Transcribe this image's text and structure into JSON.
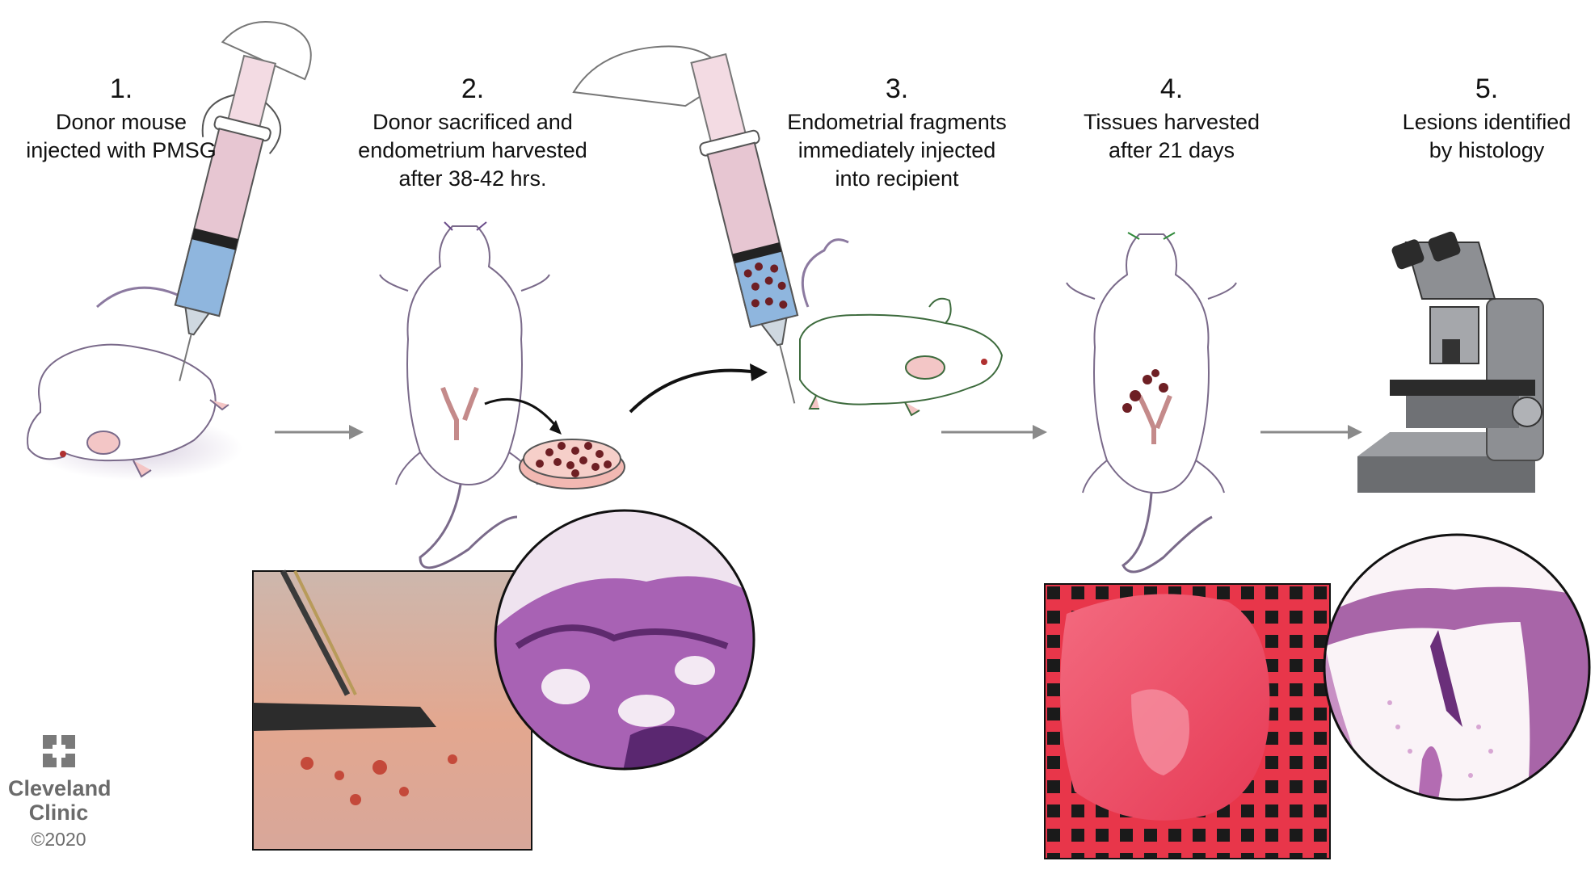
{
  "steps": [
    {
      "number": "1.",
      "lines": [
        "Donor mouse",
        "injected with PMSG"
      ]
    },
    {
      "number": "2.",
      "lines": [
        "Donor sacrificed and",
        "endometrium harvested",
        "after 38-42 hrs."
      ]
    },
    {
      "number": "3.",
      "lines": [
        "Endometrial fragments",
        "immediately injected",
        "into recipient"
      ]
    },
    {
      "number": "4.",
      "lines": [
        "Tissues harvested",
        "after 21 days"
      ]
    },
    {
      "number": "5.",
      "lines": [
        "Lesions identified",
        "by histology"
      ]
    }
  ],
  "logo": {
    "line1": "Cleveland",
    "line2": "Clinic",
    "copyright": "©2020"
  },
  "colors": {
    "syringe_barrel": "#e7c6d2",
    "syringe_fluid": "#8fb6de",
    "fragments": "#6e1f24",
    "dish": "#f2b8b2",
    "histology_purple": "#8f4a9e",
    "tissue_red": "#f0506b",
    "arrow_gray": "#8a8a8a",
    "microscope_gray": "#8d8f93"
  }
}
